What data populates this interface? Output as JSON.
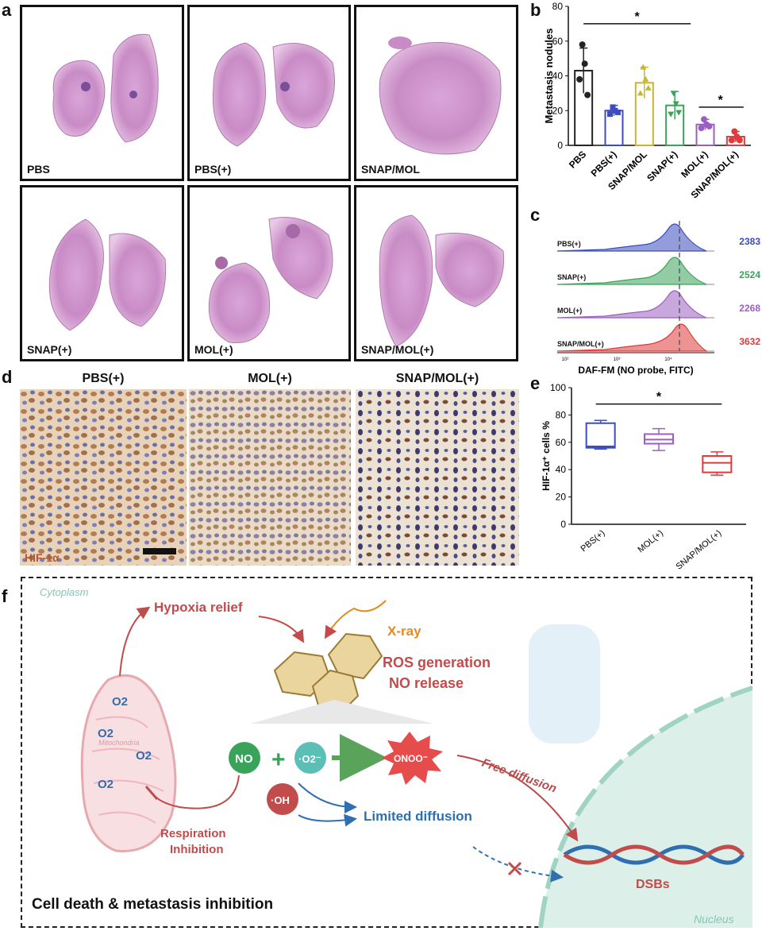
{
  "panel_a": {
    "label": "a",
    "tiles": [
      "PBS",
      "PBS(+)",
      "SNAP/MOL",
      "SNAP(+)",
      "MOL(+)",
      "SNAP/MOL(+)"
    ]
  },
  "panel_b": {
    "label": "b"
  },
  "panel_c": {
    "label": "c"
  },
  "panel_d": {
    "label": "d",
    "titles": [
      "PBS(+)",
      "MOL(+)",
      "SNAP/MOL(+)"
    ],
    "stain": "HIF-1α"
  },
  "panel_e": {
    "label": "e"
  },
  "panel_f": {
    "label": "f",
    "cytoplasm": "Cytoplasm",
    "nucleus": "Nucleus",
    "mitochondria": "Mitochondria",
    "o2": "O2",
    "hypoxia_relief": "Hypoxia relief",
    "xray": "X-ray",
    "ros_generation": "ROS generation",
    "no_release": "NO release",
    "no": "NO",
    "plus": "+",
    "o2_radical": "·O2⁻",
    "oh_radical": "·OH",
    "onoo": "ONOO⁻",
    "free_diffusion": "Free diffusion",
    "limited_diffusion": "Limited diffusion",
    "respiration": "Respiration",
    "inhibition": "Inhibition",
    "dsbs": "DSBs",
    "cell_death": "Cell death & metastasis inhibition",
    "colors": {
      "red": "#c24b4b",
      "blue": "#2f6fb0",
      "orange": "#e58a1f",
      "green": "#3aa35a",
      "teal": "#7fc9b8"
    }
  },
  "chart_data": [
    {
      "type": "bar",
      "ylabel": "Metastasis nodules",
      "ylim": [
        0,
        80
      ],
      "yticks": [
        0,
        20,
        40,
        60,
        80
      ],
      "categories": [
        "PBS",
        "PBS(+)",
        "SNAP/MOL",
        "SNAP(+)",
        "MOL(+)",
        "SNAP/MOL(+)"
      ],
      "values": [
        43,
        20,
        36,
        23,
        12,
        5
      ],
      "errors": [
        13,
        3,
        9,
        8,
        3,
        3
      ],
      "points": [
        [
          58,
          47,
          38,
          29
        ],
        [
          22,
          20,
          18,
          19
        ],
        [
          45,
          38,
          30,
          33
        ],
        [
          30,
          24,
          18,
          19
        ],
        [
          15,
          12,
          10,
          11
        ],
        [
          8,
          5,
          3,
          3
        ]
      ],
      "colors": [
        "#222222",
        "#3b4cc0",
        "#c8b72d",
        "#3aa35a",
        "#9b5fc0",
        "#e03a3a"
      ],
      "significance": [
        "*",
        "*"
      ]
    },
    {
      "type": "area",
      "xlabel": "DAF-FM (NO probe, FITC)",
      "series": [
        {
          "name": "PBS(+)",
          "value": "2383",
          "color": "#3b4cc0"
        },
        {
          "name": "SNAP(+)",
          "value": "2524",
          "color": "#3aa35a"
        },
        {
          "name": "MOL(+)",
          "value": "2268",
          "color": "#9b5fc0"
        },
        {
          "name": "SNAP/MOL(+)",
          "value": "3632",
          "color": "#e03a3a"
        }
      ],
      "xticks": [
        "10²",
        "10³",
        "10⁴"
      ]
    },
    {
      "type": "box",
      "ylabel": "HIF-1α⁺ cells %",
      "ylim": [
        0,
        100
      ],
      "yticks": [
        0,
        20,
        40,
        60,
        80,
        100
      ],
      "categories": [
        "PBS(+)",
        "MOL(+)",
        "SNAP/MOL(+)"
      ],
      "boxes": [
        {
          "min": 55,
          "q1": 56,
          "median": 57,
          "q3": 74,
          "max": 76
        },
        {
          "min": 54,
          "q1": 59,
          "median": 62,
          "q3": 66,
          "max": 70
        },
        {
          "min": 36,
          "q1": 38,
          "median": 45,
          "q3": 50,
          "max": 53
        }
      ],
      "colors": [
        "#3b4cc0",
        "#9b5fc0",
        "#e03a3a"
      ],
      "significance": [
        "*"
      ]
    }
  ]
}
